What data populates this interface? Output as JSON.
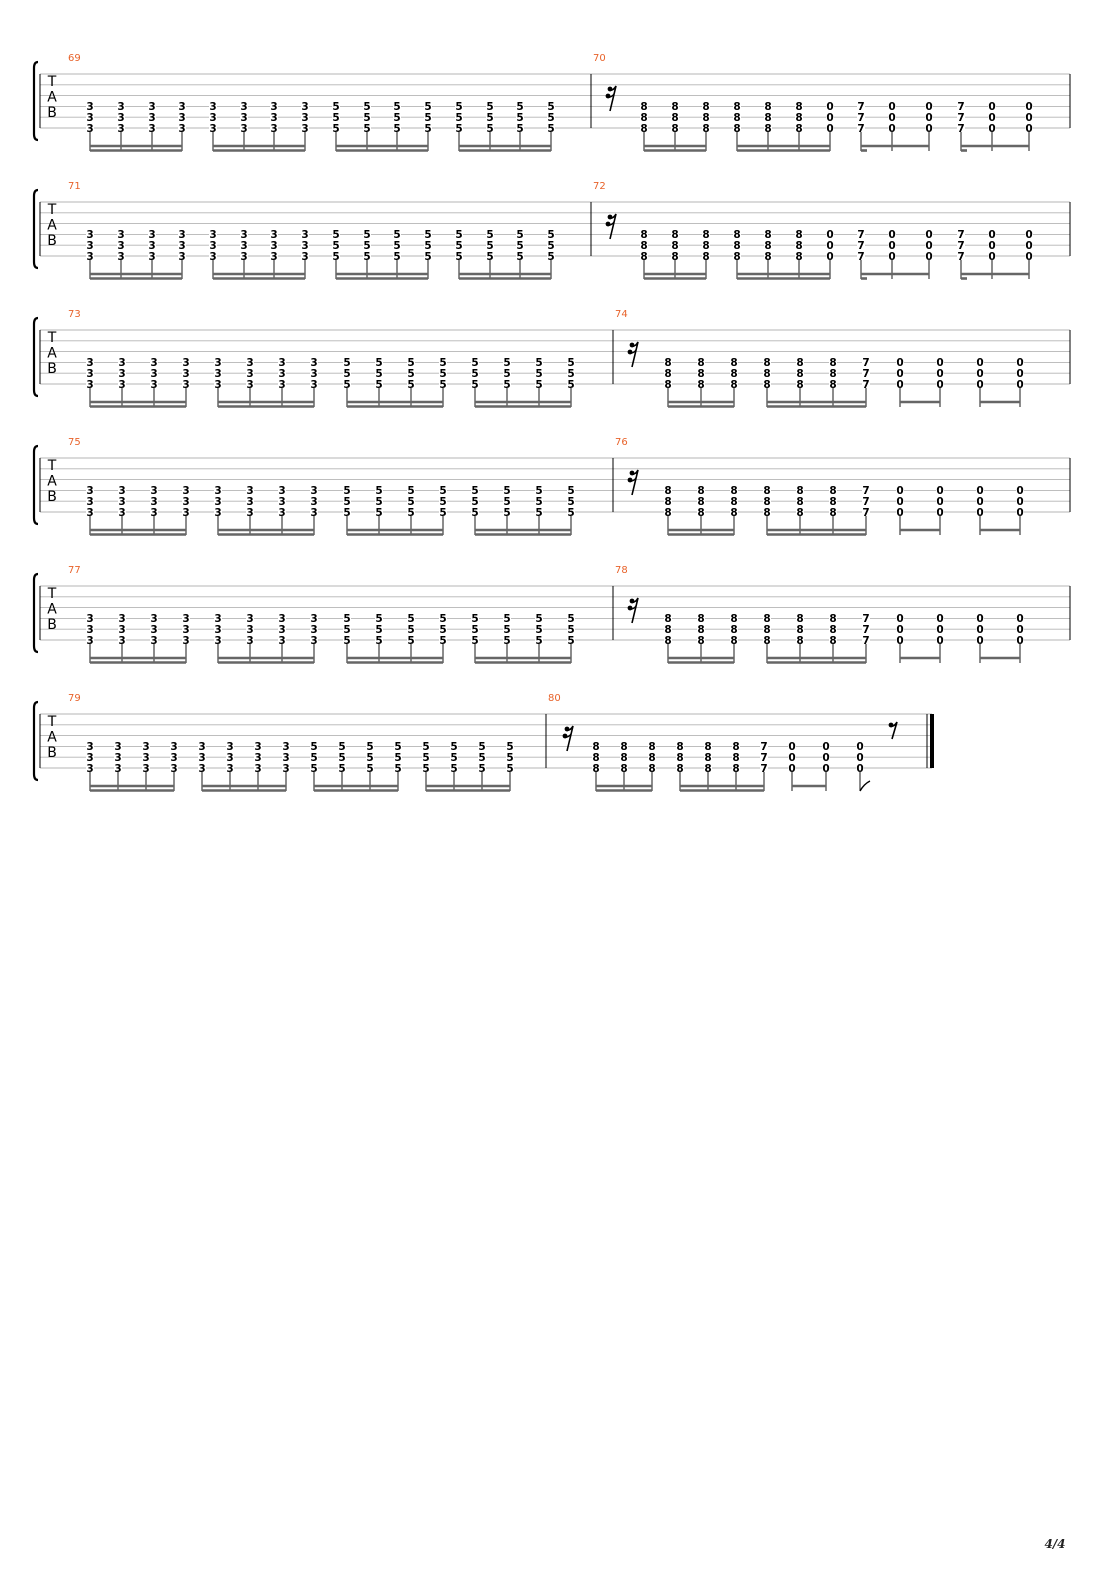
{
  "page_indicator": "4/4",
  "clef": [
    "T",
    "A",
    "B"
  ],
  "colors": {
    "measure_number": "#e8632b",
    "staff_line": "#b4b4b4",
    "beam": "#666666",
    "ink": "#000000"
  },
  "systems": [
    {
      "measures": [
        {
          "number": "69",
          "pattern": "quad",
          "frets": [
            "3",
            "3",
            "5",
            "5"
          ]
        },
        {
          "number": "70",
          "pattern": "mixA"
        }
      ]
    },
    {
      "measures": [
        {
          "number": "71",
          "pattern": "quad",
          "frets": [
            "3",
            "3",
            "5",
            "5"
          ]
        },
        {
          "number": "72",
          "pattern": "mixA"
        }
      ]
    },
    {
      "measures": [
        {
          "number": "73",
          "pattern": "quad",
          "frets": [
            "3",
            "3",
            "5",
            "5"
          ]
        },
        {
          "number": "74",
          "pattern": "mixB"
        }
      ]
    },
    {
      "measures": [
        {
          "number": "75",
          "pattern": "quad",
          "frets": [
            "3",
            "3",
            "5",
            "5"
          ]
        },
        {
          "number": "76",
          "pattern": "mixB"
        }
      ]
    },
    {
      "measures": [
        {
          "number": "77",
          "pattern": "quad",
          "frets": [
            "3",
            "3",
            "5",
            "5"
          ]
        },
        {
          "number": "78",
          "pattern": "mixB"
        }
      ]
    },
    {
      "measures": [
        {
          "number": "79",
          "pattern": "quad",
          "frets": [
            "3",
            "3",
            "5",
            "5"
          ]
        },
        {
          "number": "80",
          "pattern": "final"
        }
      ]
    }
  ],
  "patterns": {
    "mixA": {
      "rest": "sixteenth",
      "notes": [
        "8",
        "8",
        "8",
        "8",
        "8",
        "8",
        "0",
        "7",
        "0",
        "0",
        "7",
        "0",
        "0"
      ]
    },
    "mixB": {
      "rest": "sixteenth",
      "notes": [
        "8",
        "8",
        "8",
        "8",
        "8",
        "8",
        "7",
        "0",
        "0",
        "0",
        "0"
      ]
    },
    "final": {
      "rest": "sixteenth",
      "notes": [
        "8",
        "8",
        "8",
        "8",
        "8",
        "8",
        "7",
        "0",
        "0",
        "0"
      ],
      "end_rest": "eighth"
    }
  }
}
